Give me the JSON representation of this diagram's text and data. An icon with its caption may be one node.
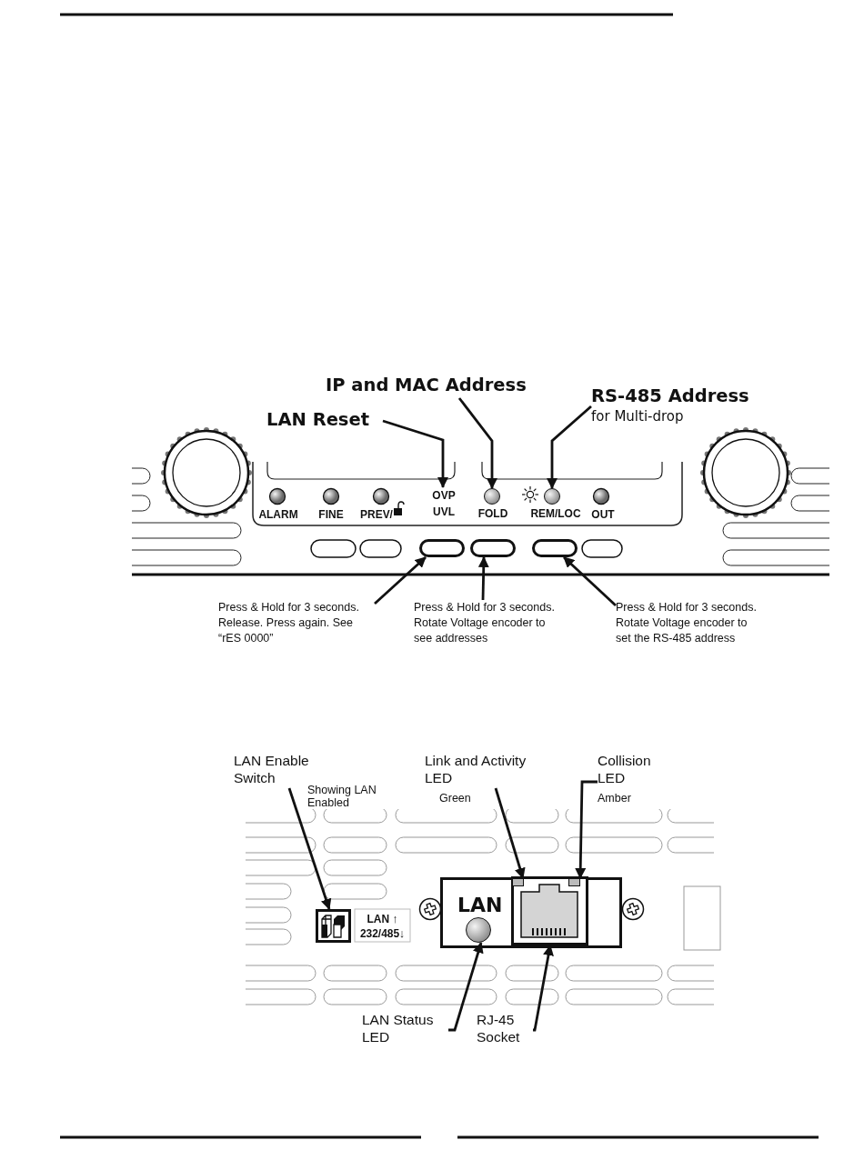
{
  "diagram": {
    "nodes": [
      {
        "text": [
          "LAN Reset"
        ]
      },
      {
        "text": [
          "IP and MAC Address"
        ]
      },
      {
        "text": [
          "RS-485 Address",
          "for Multi-drop"
        ]
      },
      {
        "text": [
          "OVP UVL"
        ]
      },
      {
        "text": [],
        "shape": "circle",
        "beside": [
          "FOLD"
        ]
      },
      {
        "text": [],
        "shape": "circle",
        "beside": [
          "REM/LOC"
        ]
      },
      {
        "text": [],
        "shape": "box"
      },
      {
        "text": [],
        "shape": "box"
      },
      {
        "text": [],
        "shape": "box"
      },
      {
        "text": [
          "Press & Hold for 3 seconds. Release. Press again. See “rES 0000”"
        ]
      },
      {
        "text": [
          "Press & Hold for 3 seconds. Rotate Voltage encoder to see addresses"
        ]
      },
      {
        "text": [
          "Press & Hold for 3 seconds. Rotate Voltage encoder to set the RS-485 address"
        ]
      },
      {
        "text": [
          "LAN Enable Switch"
        ],
        "beside": [
          "Showing LAN Enabled"
        ]
      },
      {
        "text": [
          "Link and Activity LED"
        ],
        "beside": [
          "Green"
        ]
      },
      {
        "text": [
          "Collision LED"
        ],
        "beside": [
          "Amber"
        ]
      },
      {
        "text": [],
        "shape": "box",
        "beside": [
          "LAN ↑",
          "232/485↓"
        ]
      },
      {
        "text": [
          "LAN"
        ]
      },
      {
        "text": [],
        "shape": "circle",
        "in": 16
      },
      {
        "text": [],
        "shape": "box",
        "in": 16
      },
      {
        "text": [],
        "shape": "box",
        "in": 18
      },
      {
        "text": [],
        "shape": "box",
        "in": 18
      },
      {
        "text": [
          "LAN Status LED"
        ]
      },
      {
        "text": [
          "RJ-45 Socket"
        ]
      }
    ],
    "edges": [
      {
        "from": 0,
        "to": 3,
        "arrow": "to"
      },
      {
        "from": 1,
        "to": 4,
        "arrow": "to"
      },
      {
        "from": 2,
        "to": 5,
        "arrow": "to"
      },
      {
        "from": 9,
        "to": 6,
        "arrow": "to"
      },
      {
        "from": 10,
        "to": 7,
        "arrow": "to"
      },
      {
        "from": 11,
        "to": 8,
        "arrow": "to"
      },
      {
        "from": 12,
        "to": 15,
        "arrow": "to"
      },
      {
        "from": 13,
        "to": 19,
        "arrow": "to"
      },
      {
        "from": 14,
        "to": 20,
        "arrow": "to"
      },
      {
        "from": 21,
        "to": 17,
        "arrow": "to"
      },
      {
        "from": 22,
        "to": 18,
        "arrow": "to"
      }
    ],
    "labels": [
      "ALARM",
      "FINE",
      "PREV/",
      "OUT"
    ]
  }
}
